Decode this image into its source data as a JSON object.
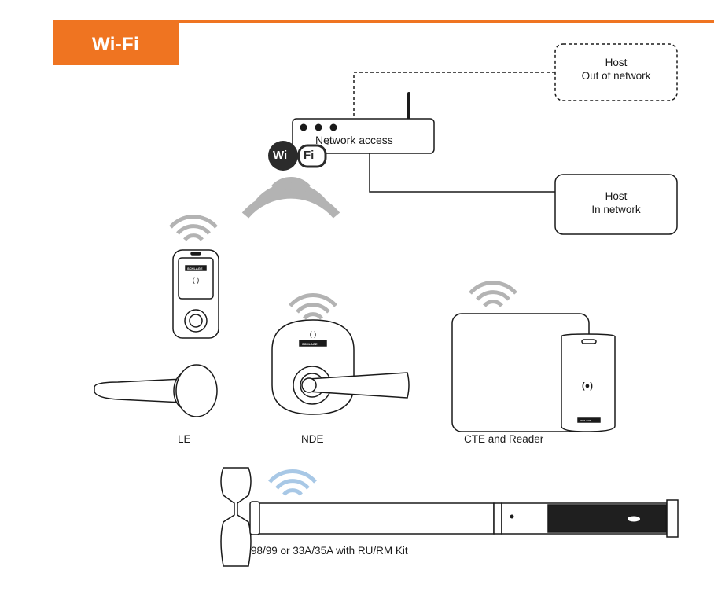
{
  "header": {
    "title": "Wi-Fi",
    "accent_color": "#ef7421"
  },
  "wifi_badge": {
    "text_left": "Wi",
    "text_right": "Fi",
    "mark": "™"
  },
  "network": {
    "router_label": "Network access",
    "host_out": {
      "line1": "Host",
      "line2": "Out of network"
    },
    "host_in": {
      "line1": "Host",
      "line2": "In network"
    }
  },
  "devices": {
    "le": {
      "label": "LE",
      "brand": "SCHLAGE"
    },
    "nde": {
      "label": "NDE",
      "brand": "SCHLAGE"
    },
    "cte": {
      "label": "CTE and Reader",
      "brand": "SCHLAGE"
    },
    "exit": {
      "label": "98/99 or 33A/35A with RU/RM Kit"
    }
  },
  "colors": {
    "wave_gray": "#b3b3b3",
    "wave_blue": "#a8c8e6",
    "badge_dark": "#2b2b2b"
  }
}
